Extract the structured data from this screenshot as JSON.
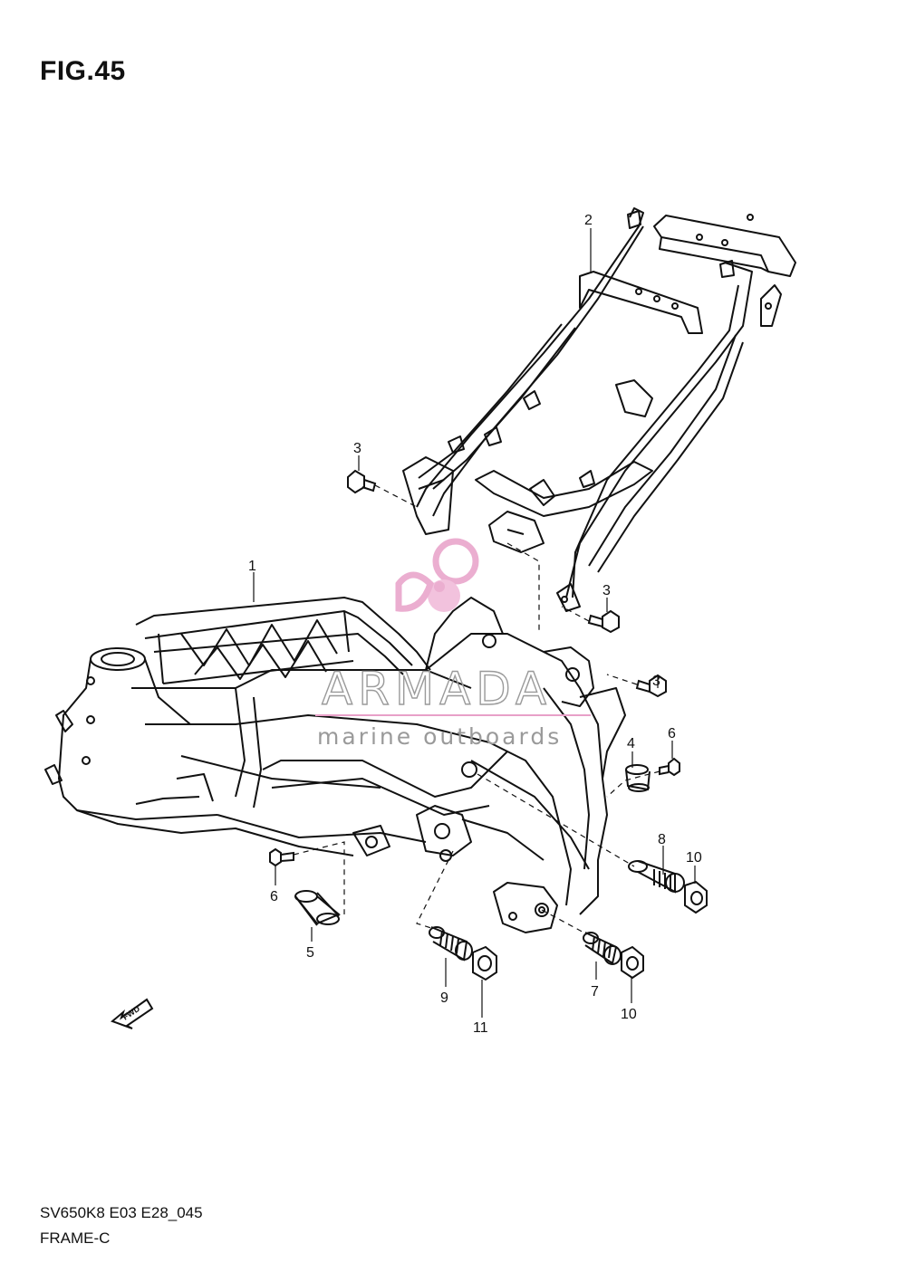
{
  "figure": {
    "title": "FIG.45",
    "code": "SV650K8 E03 E28_045",
    "name": "FRAME-C"
  },
  "watermark": {
    "brand": "ARMADA",
    "tagline": "marine outboards",
    "accent_color": "#e8a0c8"
  },
  "fwd_arrow": {
    "label": "FWD"
  },
  "callouts": [
    {
      "id": "c1",
      "label": "1"
    },
    {
      "id": "c2",
      "label": "2"
    },
    {
      "id": "c3a",
      "label": "3"
    },
    {
      "id": "c3b",
      "label": "3"
    },
    {
      "id": "c3c",
      "label": "3"
    },
    {
      "id": "c4",
      "label": "4"
    },
    {
      "id": "c5",
      "label": "5"
    },
    {
      "id": "c6a",
      "label": "6"
    },
    {
      "id": "c6b",
      "label": "6"
    },
    {
      "id": "c7",
      "label": "7"
    },
    {
      "id": "c8",
      "label": "8"
    },
    {
      "id": "c9",
      "label": "9"
    },
    {
      "id": "c10a",
      "label": "10"
    },
    {
      "id": "c10b",
      "label": "10"
    },
    {
      "id": "c11",
      "label": "11"
    }
  ]
}
